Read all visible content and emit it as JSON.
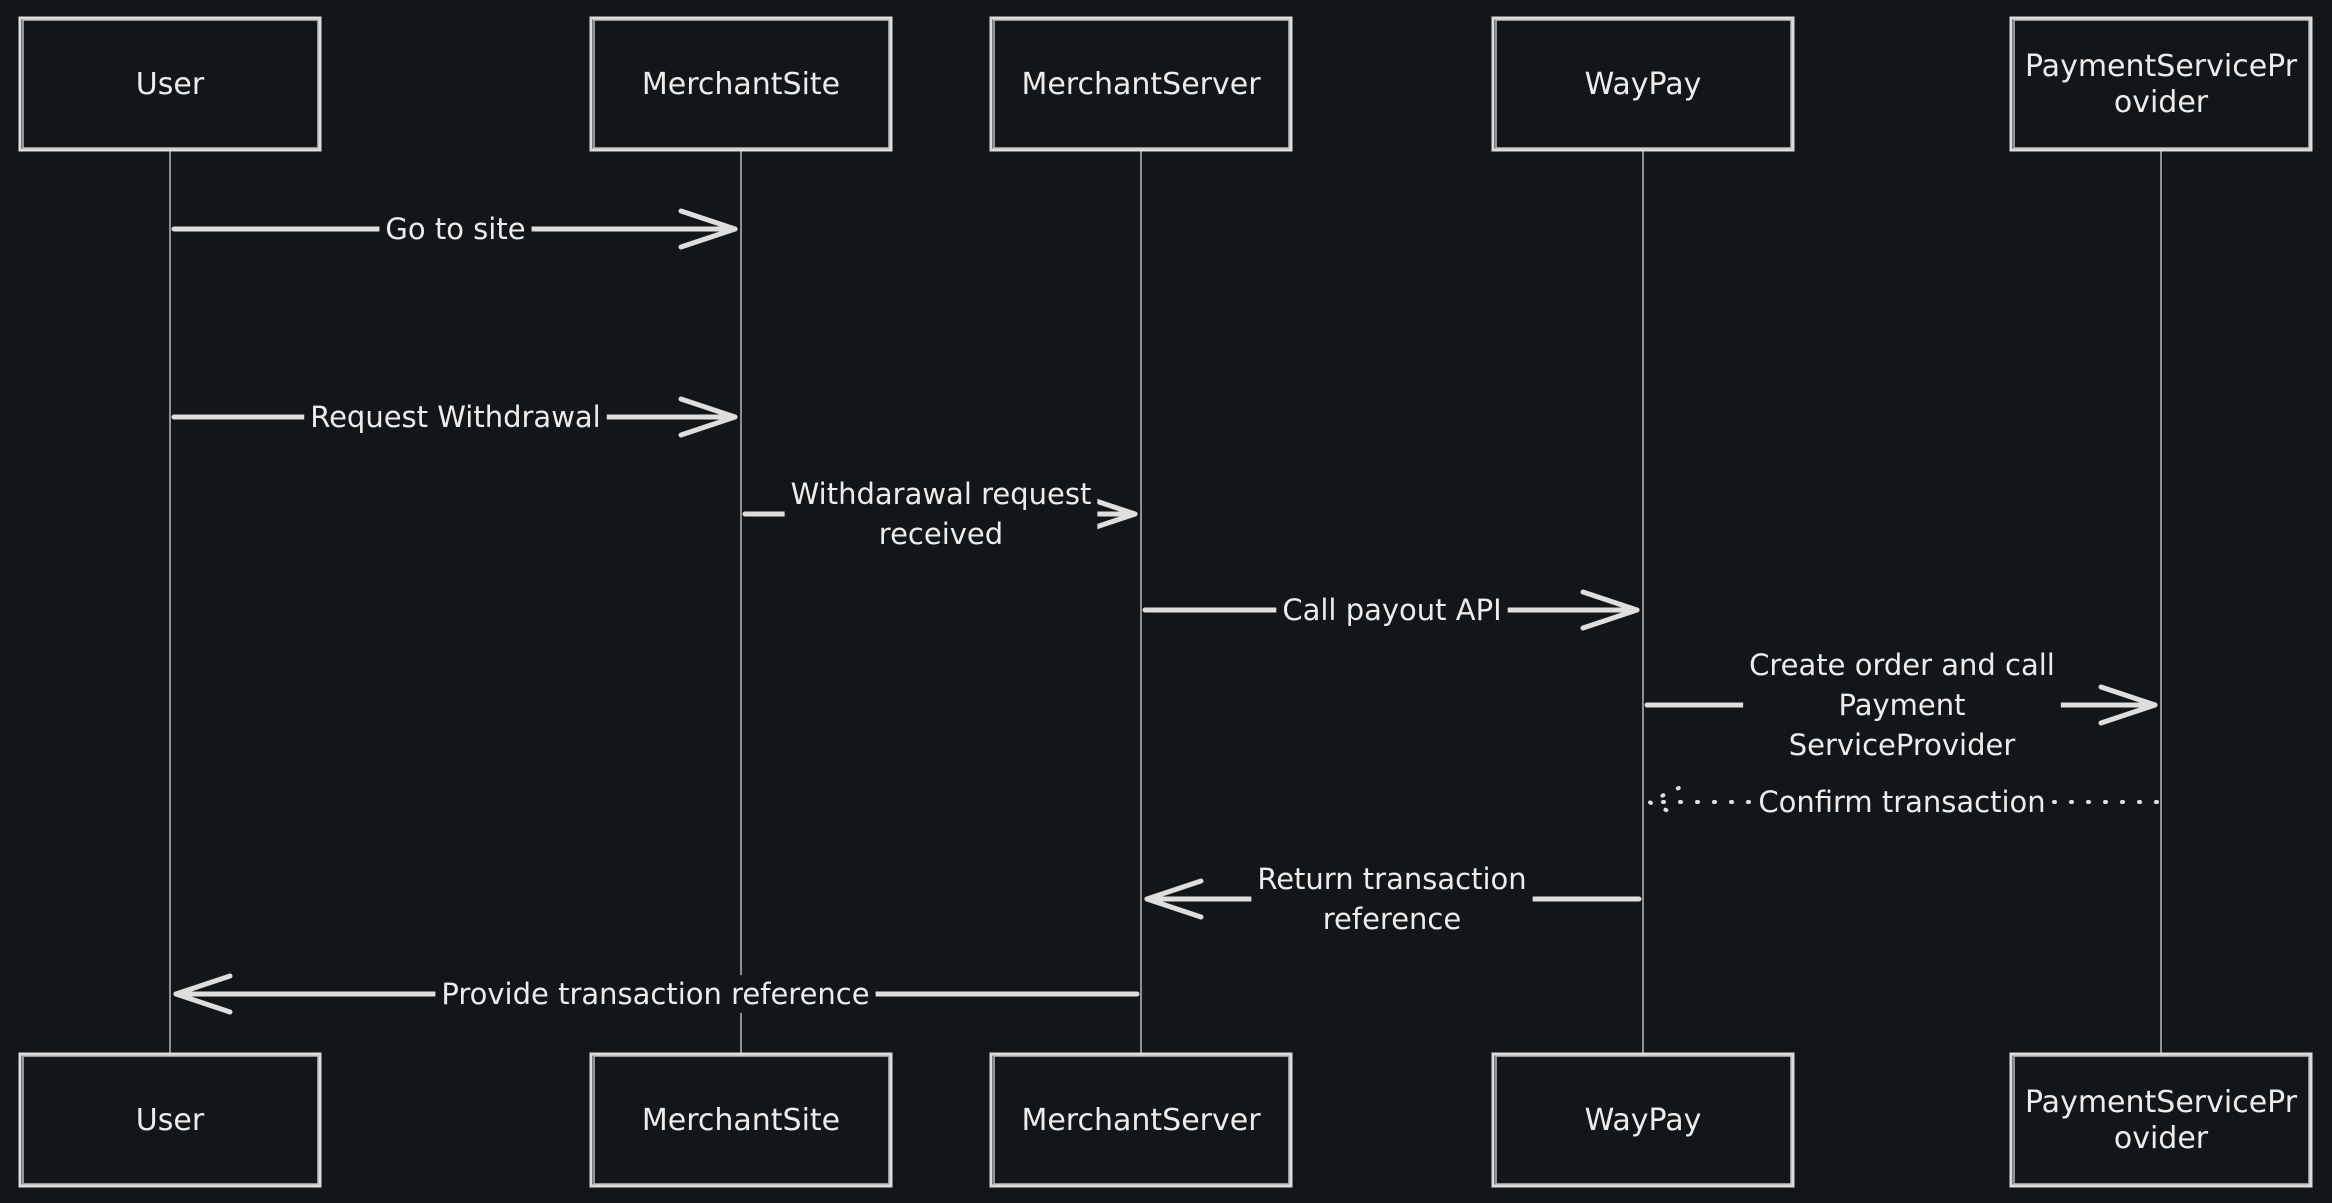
{
  "participants": [
    {
      "id": "user",
      "lines": [
        "User"
      ]
    },
    {
      "id": "merchant-site",
      "lines": [
        "MerchantSite"
      ]
    },
    {
      "id": "merchant-server",
      "lines": [
        "MerchantServer"
      ]
    },
    {
      "id": "waypay",
      "lines": [
        "WayPay"
      ]
    },
    {
      "id": "psp",
      "lines": [
        "PaymentServicePr",
        "ovider"
      ]
    }
  ],
  "messages": [
    {
      "id": "go-to-site",
      "from": "user",
      "to": "merchant-site",
      "style": "solid",
      "lines": [
        "Go to site"
      ]
    },
    {
      "id": "request-withdrawal",
      "from": "user",
      "to": "merchant-site",
      "style": "solid",
      "lines": [
        "Request Withdrawal"
      ]
    },
    {
      "id": "withdrawal-request-received",
      "from": "merchant-site",
      "to": "merchant-server",
      "style": "solid",
      "lines": [
        "Withdarawal request",
        "received"
      ]
    },
    {
      "id": "call-payout-api",
      "from": "merchant-server",
      "to": "waypay",
      "style": "solid",
      "lines": [
        "Call payout API"
      ]
    },
    {
      "id": "create-order-call-psp",
      "from": "waypay",
      "to": "psp",
      "style": "solid",
      "lines": [
        "Create order and call",
        "Payment",
        "ServiceProvider"
      ]
    },
    {
      "id": "confirm-transaction",
      "from": "psp",
      "to": "waypay",
      "style": "dotted",
      "lines": [
        "Confirm transaction"
      ]
    },
    {
      "id": "return-transaction-reference",
      "from": "waypay",
      "to": "merchant-server",
      "style": "solid",
      "lines": [
        "Return transaction",
        "reference"
      ]
    },
    {
      "id": "provide-transaction-reference",
      "from": "merchant-server",
      "to": "user",
      "style": "solid",
      "lines": [
        "Provide transaction reference"
      ]
    }
  ]
}
